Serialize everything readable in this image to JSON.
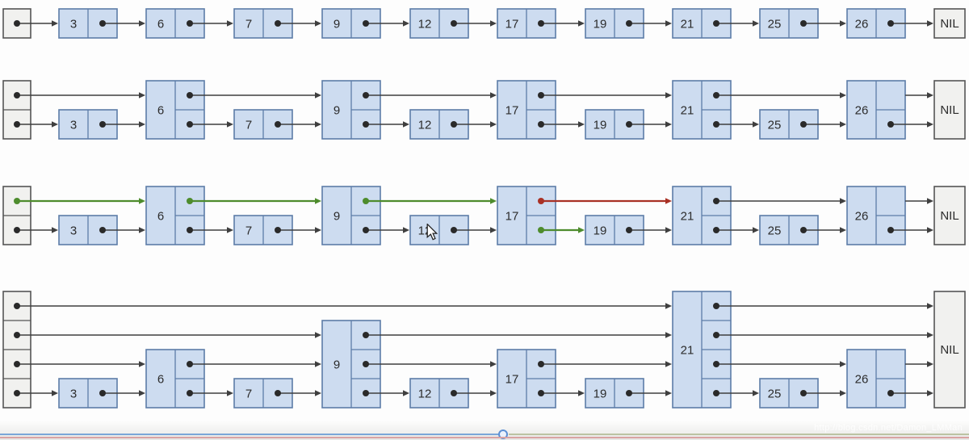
{
  "watermark": "http://blog.csdn.net/Damon_LMMan",
  "colors": {
    "node_fill": "#cddcf0",
    "node_border": "#5d7ca8",
    "head_fill": "#f1f1ef",
    "head_border": "#555555",
    "arrow": "#3f3f3f",
    "dot": "#2a2a2a",
    "green": "#4e8c2d",
    "red": "#a93125",
    "seek_played": "#7aa6d8",
    "seek_remaining": "#a9b48a",
    "bottom_line": "#d9a3a3"
  },
  "diagram": {
    "nil_label": "NIL",
    "rows": [
      {
        "name": "row-linked-list",
        "head_levels": 1,
        "nil_levels": 1,
        "nodes": [
          {
            "value": "3",
            "levels": 1
          },
          {
            "value": "6",
            "levels": 1
          },
          {
            "value": "7",
            "levels": 1
          },
          {
            "value": "9",
            "levels": 1
          },
          {
            "value": "12",
            "levels": 1
          },
          {
            "value": "17",
            "levels": 1
          },
          {
            "value": "19",
            "levels": 1
          },
          {
            "value": "21",
            "levels": 1
          },
          {
            "value": "25",
            "levels": 1
          },
          {
            "value": "26",
            "levels": 1
          }
        ]
      },
      {
        "name": "row-skiplist-two-level",
        "head_levels": 2,
        "nil_levels": 2,
        "no_dot": [
          {
            "node": "26",
            "level": 2
          }
        ],
        "nodes": [
          {
            "value": "3",
            "levels": 1
          },
          {
            "value": "6",
            "levels": 2
          },
          {
            "value": "7",
            "levels": 1
          },
          {
            "value": "9",
            "levels": 2
          },
          {
            "value": "12",
            "levels": 1
          },
          {
            "value": "17",
            "levels": 2
          },
          {
            "value": "19",
            "levels": 1
          },
          {
            "value": "21",
            "levels": 2
          },
          {
            "value": "25",
            "levels": 1
          },
          {
            "value": "26",
            "levels": 2
          }
        ]
      },
      {
        "name": "row-skiplist-search-path",
        "head_levels": 2,
        "nil_levels": 2,
        "no_dot": [
          {
            "node": "26",
            "level": 2
          }
        ],
        "colored_arrows": [
          {
            "from": "head",
            "to": "6",
            "level": 2,
            "color": "green"
          },
          {
            "from": "6",
            "to": "9",
            "level": 2,
            "color": "green"
          },
          {
            "from": "9",
            "to": "17",
            "level": 2,
            "color": "green"
          },
          {
            "from": "17",
            "to": "21",
            "level": 2,
            "color": "red"
          },
          {
            "from": "17",
            "to": "19",
            "level": 1,
            "color": "green"
          }
        ],
        "colored_dots": [
          {
            "node": "head",
            "level": 2,
            "color": "green"
          },
          {
            "node": "6",
            "level": 2,
            "color": "green"
          },
          {
            "node": "9",
            "level": 2,
            "color": "green"
          },
          {
            "node": "17",
            "level": 2,
            "color": "red"
          },
          {
            "node": "17",
            "level": 1,
            "color": "green"
          }
        ],
        "nodes": [
          {
            "value": "3",
            "levels": 1
          },
          {
            "value": "6",
            "levels": 2
          },
          {
            "value": "7",
            "levels": 1
          },
          {
            "value": "9",
            "levels": 2
          },
          {
            "value": "12",
            "levels": 1
          },
          {
            "value": "17",
            "levels": 2
          },
          {
            "value": "19",
            "levels": 1
          },
          {
            "value": "21",
            "levels": 2
          },
          {
            "value": "25",
            "levels": 1
          },
          {
            "value": "26",
            "levels": 2
          }
        ]
      },
      {
        "name": "row-skiplist-four-level",
        "head_levels": 4,
        "nil_levels": 4,
        "no_dot": [
          {
            "node": "26",
            "level": 2
          }
        ],
        "nodes": [
          {
            "value": "3",
            "levels": 1
          },
          {
            "value": "6",
            "levels": 2
          },
          {
            "value": "7",
            "levels": 1
          },
          {
            "value": "9",
            "levels": 3
          },
          {
            "value": "12",
            "levels": 1
          },
          {
            "value": "17",
            "levels": 2
          },
          {
            "value": "19",
            "levels": 1
          },
          {
            "value": "21",
            "levels": 4
          },
          {
            "value": "25",
            "levels": 1
          },
          {
            "value": "26",
            "levels": 2
          }
        ]
      }
    ]
  }
}
